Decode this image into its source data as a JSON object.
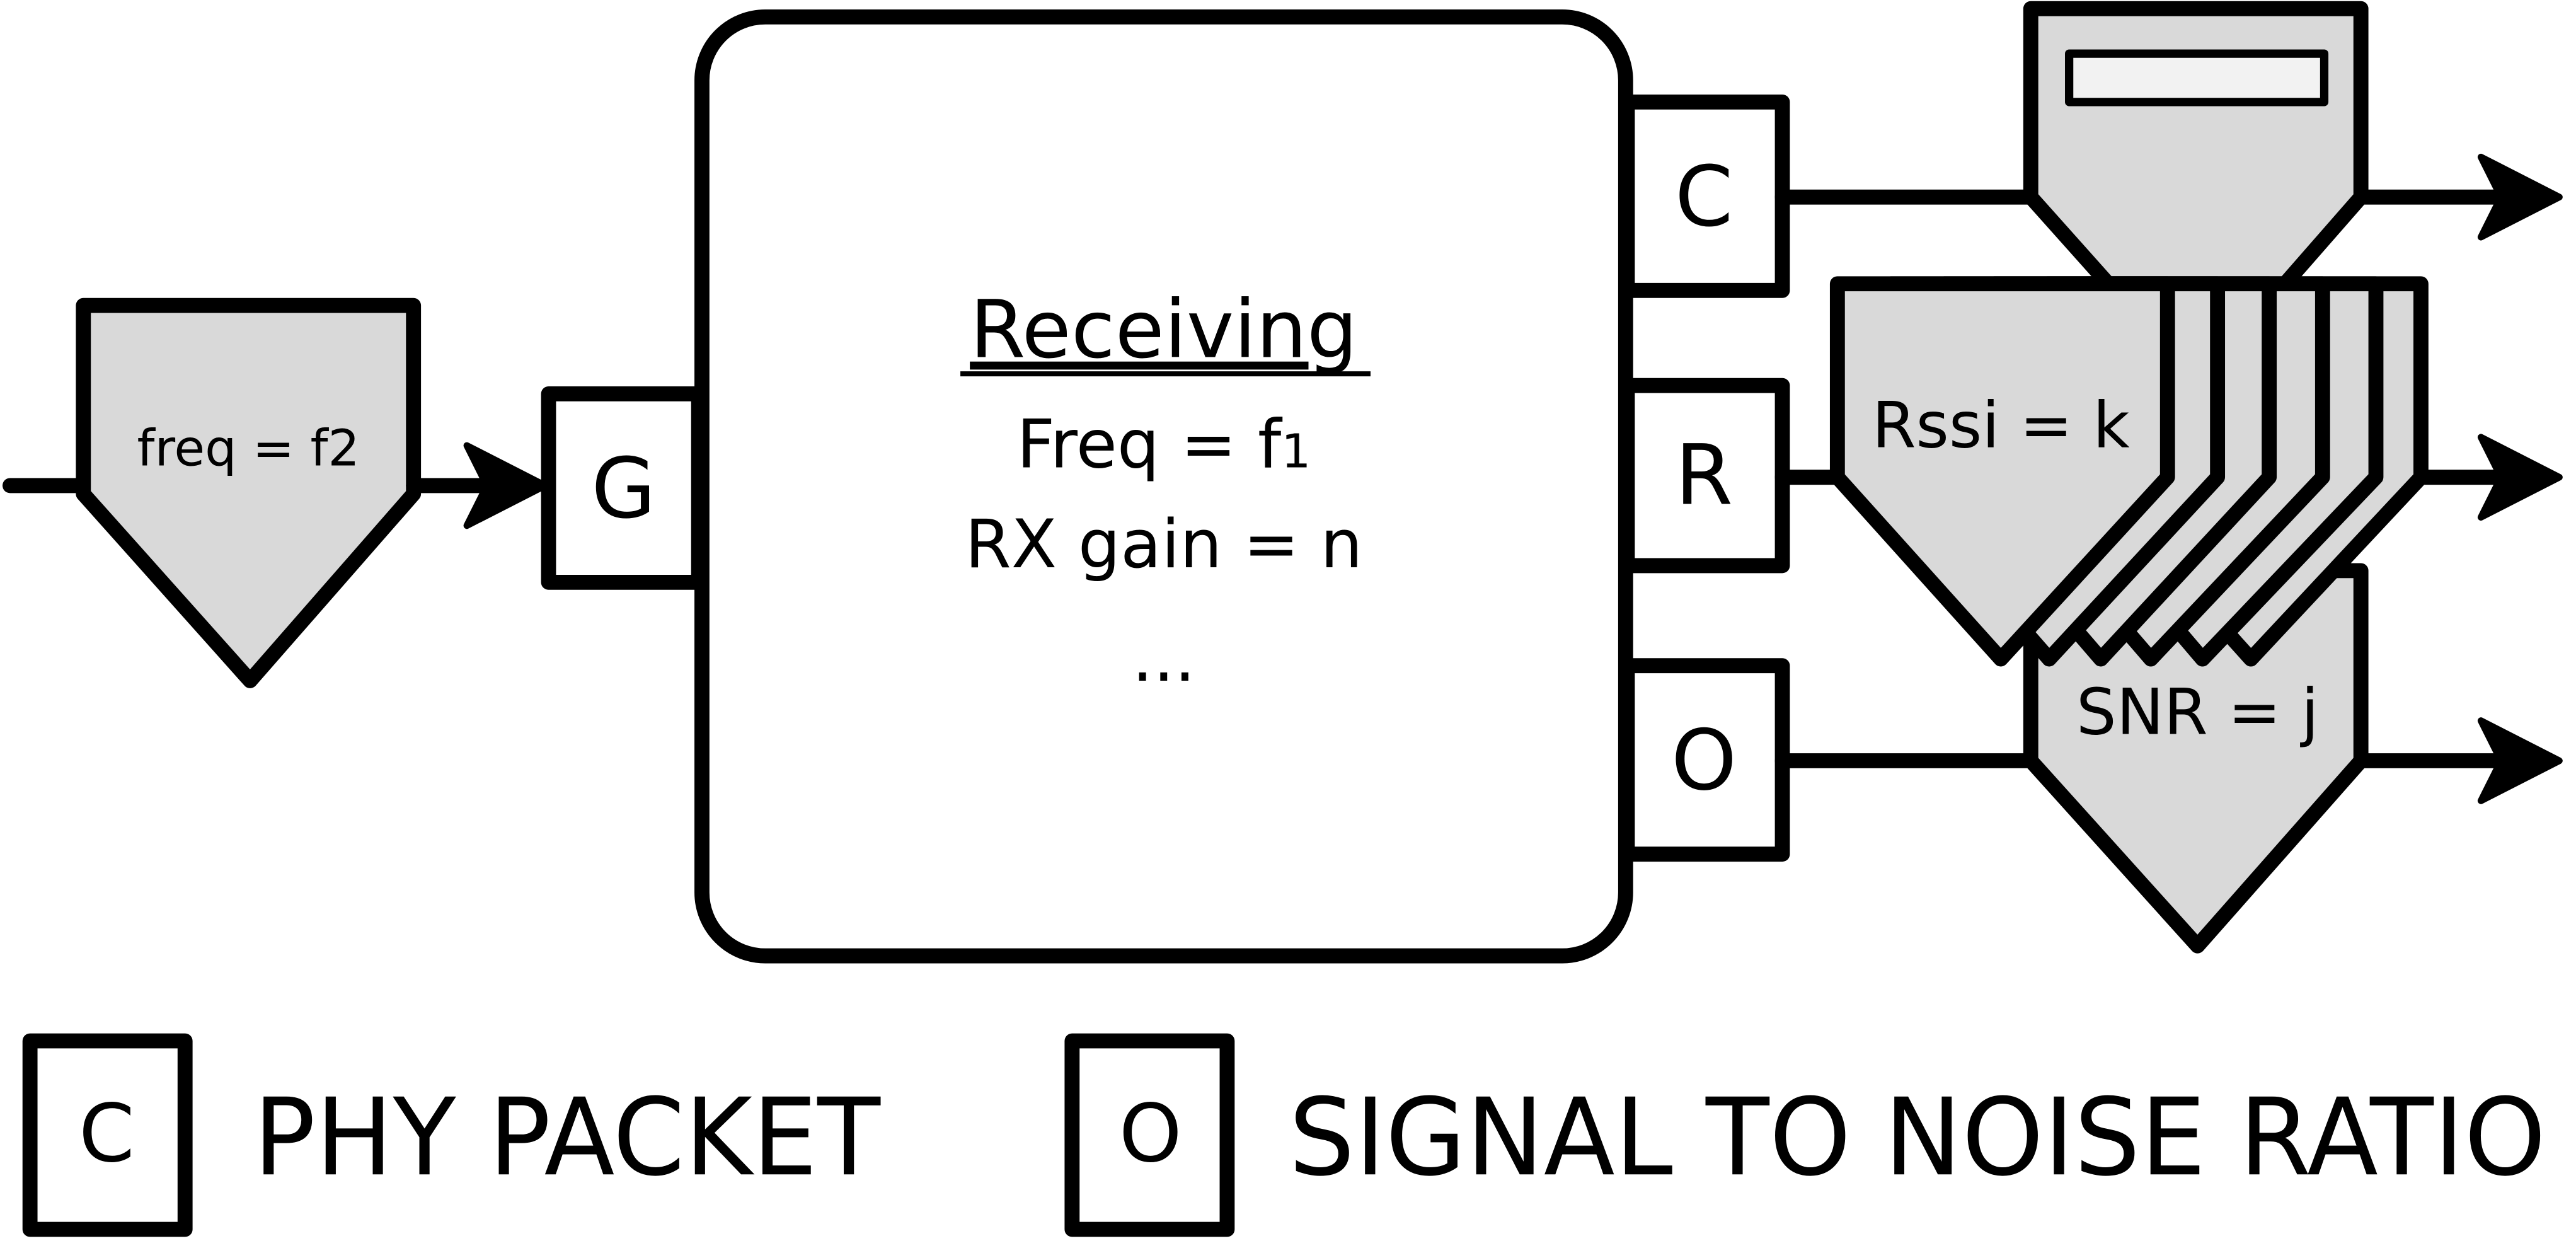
{
  "colors": {
    "stroke": "#000000",
    "token_fill": "#d9d9d9",
    "bar_fill": "#f2f2f2",
    "background": "#ffffff"
  },
  "input_token": {
    "label": "freq = f2"
  },
  "ports": {
    "g": "G",
    "c": "C",
    "r": "R",
    "o": "O"
  },
  "state": {
    "title": "Receiving",
    "freq_label": "Freq = f",
    "freq_subscript": "1",
    "gain_label": "RX gain = n",
    "ellipsis": "..."
  },
  "output_tokens": {
    "rssi": "Rssi = k",
    "snr": "SNR = j"
  },
  "legend": [
    {
      "symbol": "C",
      "text": "PHY PACKET"
    },
    {
      "symbol": "O",
      "text": "SIGNAL TO NOISE RATIO"
    }
  ]
}
